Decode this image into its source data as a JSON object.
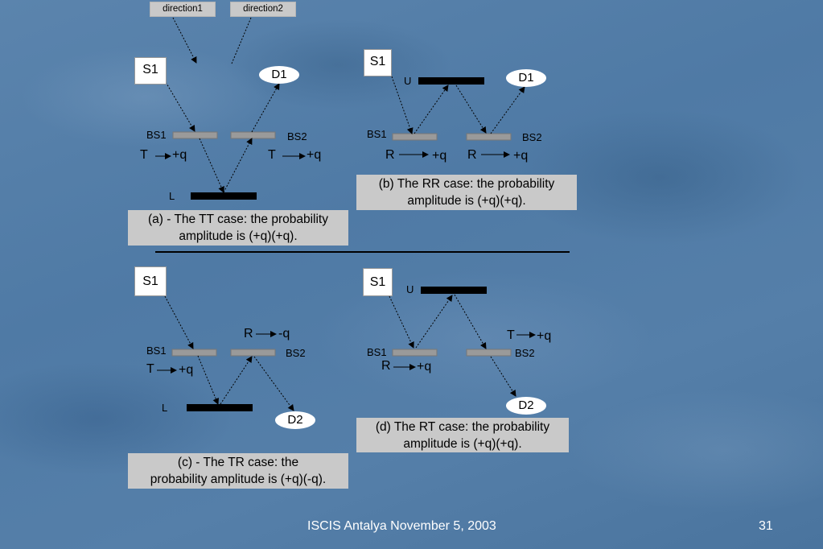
{
  "directions": {
    "d1": "direction1",
    "d2": "direction2"
  },
  "panel_a": {
    "source": "S1",
    "detector": "D1",
    "bs1": "BS1",
    "bs2": "BS2",
    "mirror": "L",
    "t1_letter": "T",
    "t1_value": "+q",
    "t2_letter": "T",
    "t2_value": "+q",
    "caption_line1": "(a) - The TT case: the probability",
    "caption_line2": "amplitude is (+q)(+q)."
  },
  "panel_b": {
    "source": "S1",
    "detector": "D1",
    "bs1": "BS1",
    "bs2": "BS2",
    "mirror": "U",
    "r1_letter": "R",
    "r1_value": "+q",
    "r2_letter": "R",
    "r2_value": "+q",
    "caption_line1": "(b)  The RR case: the probability",
    "caption_line2": "amplitude is  (+q)(+q)."
  },
  "panel_c": {
    "source": "S1",
    "detector": "D2",
    "bs1": "BS1",
    "bs2": "BS2",
    "mirror": "L",
    "t_letter": "T",
    "t_value": "+q",
    "r_letter": "R",
    "r_value": "-q",
    "caption_line1": "(c) - The TR case: the",
    "caption_line2": "probability amplitude is  (+q)(-q)."
  },
  "panel_d": {
    "source": "S1",
    "detector": "D2",
    "bs1": "BS1",
    "bs2": "BS2",
    "mirror": "U",
    "r_letter": "R",
    "r_value": "+q",
    "t_letter": "T",
    "t_value": "+q",
    "caption_line1": "(d) The RT case: the probability",
    "caption_line2": "amplitude is  (+q)(+q)."
  },
  "footer": {
    "text": "ISCIS Antalya November 5, 2003",
    "page": "31"
  }
}
